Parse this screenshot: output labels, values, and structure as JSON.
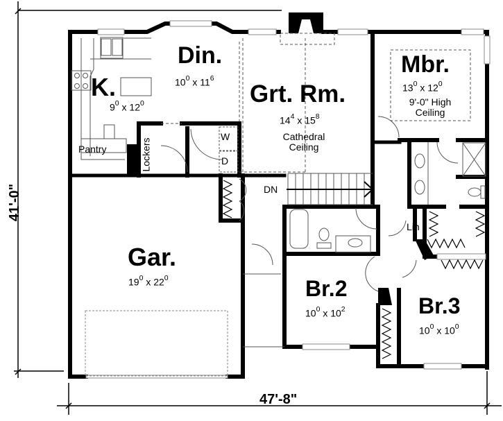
{
  "plan": {
    "overall_width": "47'-8\"",
    "overall_depth": "41'-0\"",
    "stair_label": "DN",
    "rooms": {
      "kitchen": {
        "name": "K.",
        "w_ft": "9",
        "w_in": "0",
        "x": "x",
        "d_ft": "12",
        "d_in": "0"
      },
      "dining": {
        "name": "Din.",
        "w_ft": "10",
        "w_in": "0",
        "x": "x",
        "d_ft": "11",
        "d_in": "6"
      },
      "great_room": {
        "name": "Grt. Rm.",
        "w_ft": "14",
        "w_in": "4",
        "x": "x",
        "d_ft": "15",
        "d_in": "8",
        "note_1": "Cathedral",
        "note_2": "Ceiling"
      },
      "master": {
        "name": "Mbr.",
        "w_ft": "13",
        "w_in": "0",
        "x": "x",
        "d_ft": "12",
        "d_in": "0",
        "note_1": "9'-0\" High",
        "note_2": "Ceiling"
      },
      "garage": {
        "name": "Gar.",
        "w_ft": "19",
        "w_in": "0",
        "x": "x",
        "d_ft": "22",
        "d_in": "0"
      },
      "bedroom2": {
        "name": "Br.2",
        "w_ft": "10",
        "w_in": "0",
        "x": "x",
        "d_ft": "10",
        "d_in": "2"
      },
      "bedroom3": {
        "name": "Br.3",
        "w_ft": "10",
        "w_in": "0",
        "x": "x",
        "d_ft": "10",
        "d_in": "0"
      }
    },
    "spaces": {
      "pantry": "Pantry",
      "lockers": "Lockers",
      "washer": "W",
      "dryer": "D",
      "linen": "Lin"
    },
    "colors": {
      "wall": "#000000",
      "fixture": "#555555",
      "window": "#9a9a9a",
      "background": "#ffffff"
    }
  }
}
